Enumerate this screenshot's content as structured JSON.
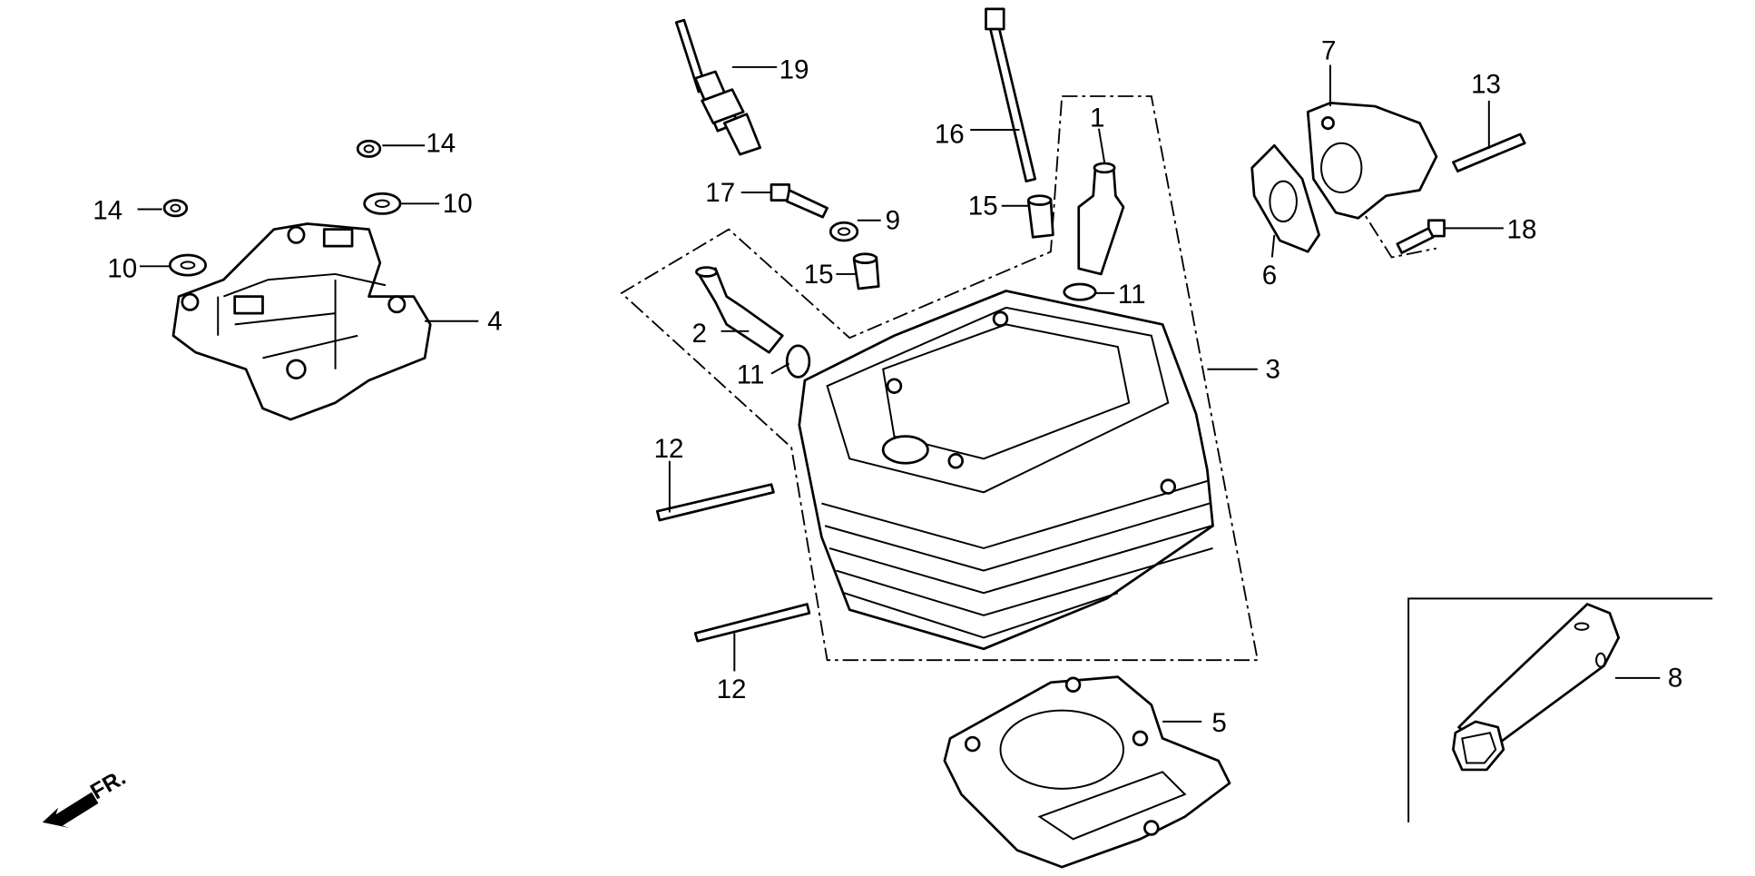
{
  "diagram": {
    "callouts": [
      "1",
      "2",
      "3",
      "4",
      "5",
      "6",
      "7",
      "8",
      "9",
      "10",
      "10",
      "11",
      "11",
      "12",
      "12",
      "13",
      "14",
      "14",
      "15",
      "15",
      "16",
      "17",
      "18",
      "19"
    ],
    "direction_label": "FR.",
    "line_color": "#000000",
    "background": "#ffffff"
  }
}
